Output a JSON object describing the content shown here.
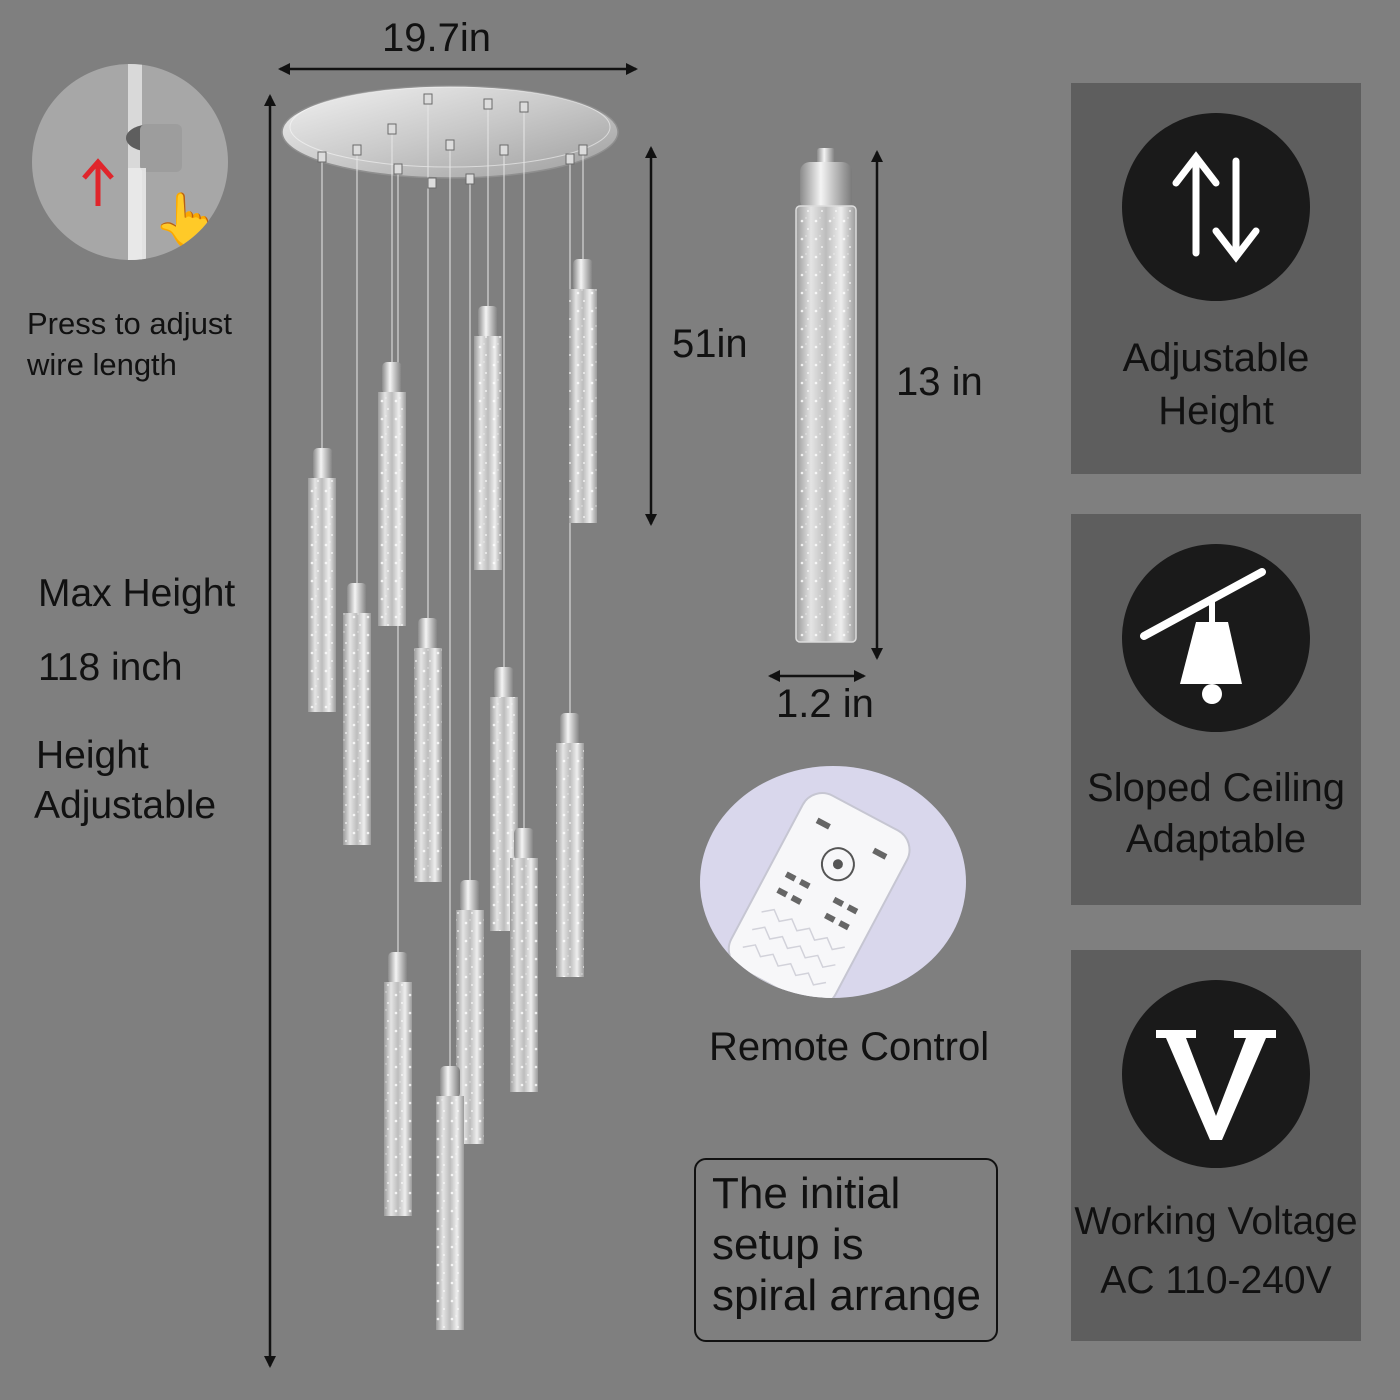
{
  "dimensions": {
    "width": "19.7in",
    "max_drop": "51in",
    "tube_length": "13 in",
    "tube_diameter": "1.2 in"
  },
  "inset": {
    "caption_line1": "Press to adjust",
    "caption_line2": "wire length"
  },
  "left_info": {
    "max_height_label": "Max Height",
    "max_height_value": "118 inch",
    "adjust_line1": "Height",
    "adjust_line2": "Adjustable"
  },
  "remote": {
    "caption": "Remote Control"
  },
  "setup_note": {
    "text": "The initial\nsetup is\nspiral arrange"
  },
  "features": [
    {
      "icon": "up-down-arrows-icon",
      "line1": "Adjustable",
      "line2": "Height"
    },
    {
      "icon": "sloped-ceiling-icon",
      "line1": "Sloped Ceiling",
      "line2": "Adaptable"
    },
    {
      "icon": "voltage-v-icon",
      "line1": "Working Voltage",
      "line2": "AC 110-240V"
    }
  ],
  "colors": {
    "background": "#7f7f7f",
    "panel": "#5e5e5e",
    "icon_circle": "#1a1a1a"
  }
}
